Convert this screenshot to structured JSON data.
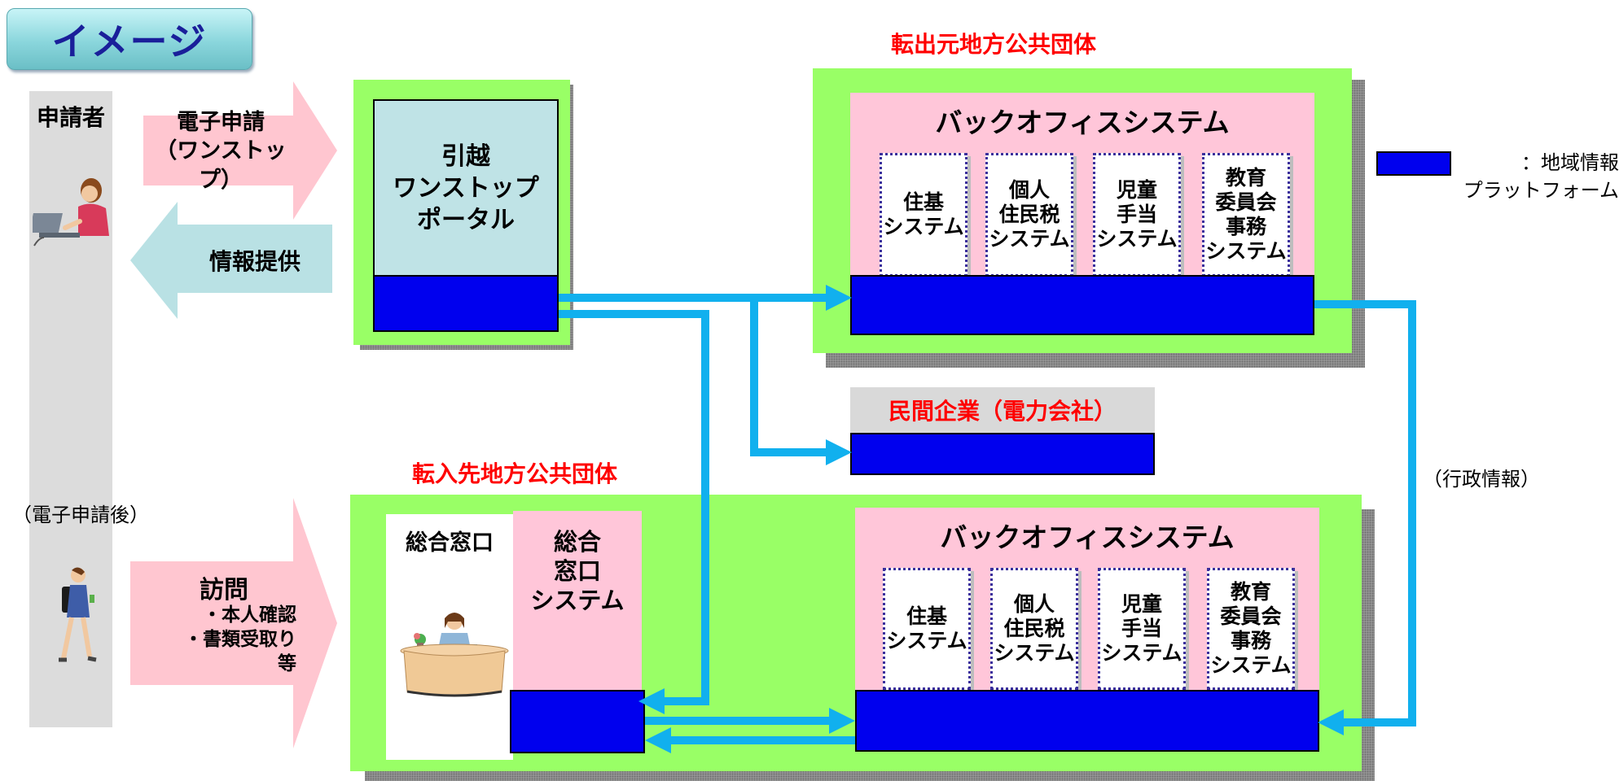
{
  "title_badge": "イメージ",
  "applicant": {
    "label": "申請者",
    "after_label": "（電子申請後）"
  },
  "arrows": {
    "online_apply": "電子申請\n（ワンストップ）",
    "info_provide": "情報提供",
    "visit_title": "訪問",
    "visit_items": "・本人確認\n・書類受取り\n等"
  },
  "portal": {
    "label": "引越\nワンストップ\nポータル"
  },
  "origin": {
    "title": "転出元地方公共団体",
    "backoffice": "バックオフィスシステム",
    "subsystems": [
      "住基\nシステム",
      "個人\n住民税\nシステム",
      "児童\n手当\nシステム",
      "教育\n委員会\n事務\nシステム"
    ]
  },
  "destination": {
    "title": "転入先地方公共団体",
    "counter_label": "総合窓口",
    "counter_system": "総合\n窓口\nシステム",
    "backoffice": "バックオフィスシステム",
    "subsystems": [
      "住基\nシステム",
      "個人\n住民税\nシステム",
      "児童\n手当\nシステム",
      "教育\n委員会\n事務\nシステム"
    ]
  },
  "private": {
    "label": "民間企業（電力会社）"
  },
  "legend": {
    "label": "：地域情報\nプラットフォーム",
    "color": "#0000ee"
  },
  "admin_info": "（行政情報）",
  "colors": {
    "platform_blue": "#0000ee",
    "connector_cyan": "#11b0ee",
    "region_green": "#99ff66",
    "system_pink": "#ffc6d9",
    "title_red": "#ff0000"
  }
}
